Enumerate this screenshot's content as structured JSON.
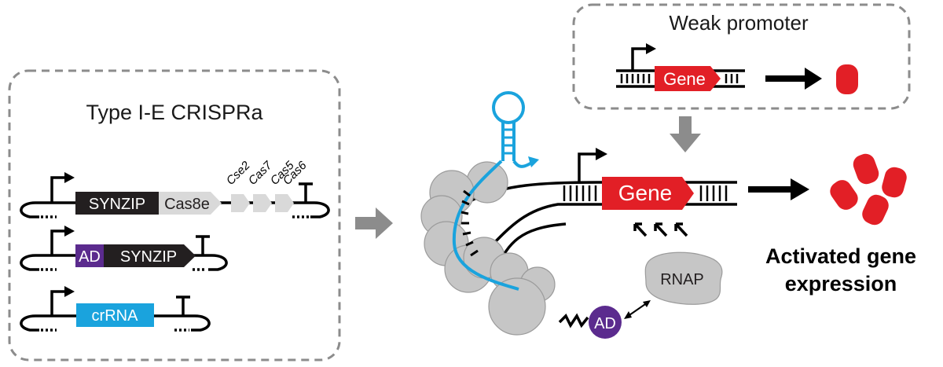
{
  "left_panel": {
    "title": "Type I-E CRISPRa",
    "construct1": {
      "synzip": "SYNZIP",
      "cas8e": "Cas8e",
      "small_genes": [
        "Cse2",
        "Cas7",
        "Cas5",
        "Cas6"
      ]
    },
    "construct2": {
      "ad": "AD",
      "synzip": "SYNZIP"
    },
    "construct3": {
      "crrna": "crRNA"
    }
  },
  "weak_promoter_panel": {
    "title": "Weak promoter",
    "gene": "Gene"
  },
  "center": {
    "gene": "Gene",
    "ad": "AD",
    "rnap": "RNAP"
  },
  "result": {
    "line1": "Activated gene",
    "line2": "expression"
  },
  "colors": {
    "red": "#e21f26",
    "blue": "#1aa3dd",
    "purple": "#5b2b8e",
    "black_box": "#231f20",
    "light_gray": "#d9d9d9",
    "complex_gray": "#c6c6c6",
    "arrow_gray": "#8c8c8c",
    "dash_gray": "#8c8c8c"
  }
}
